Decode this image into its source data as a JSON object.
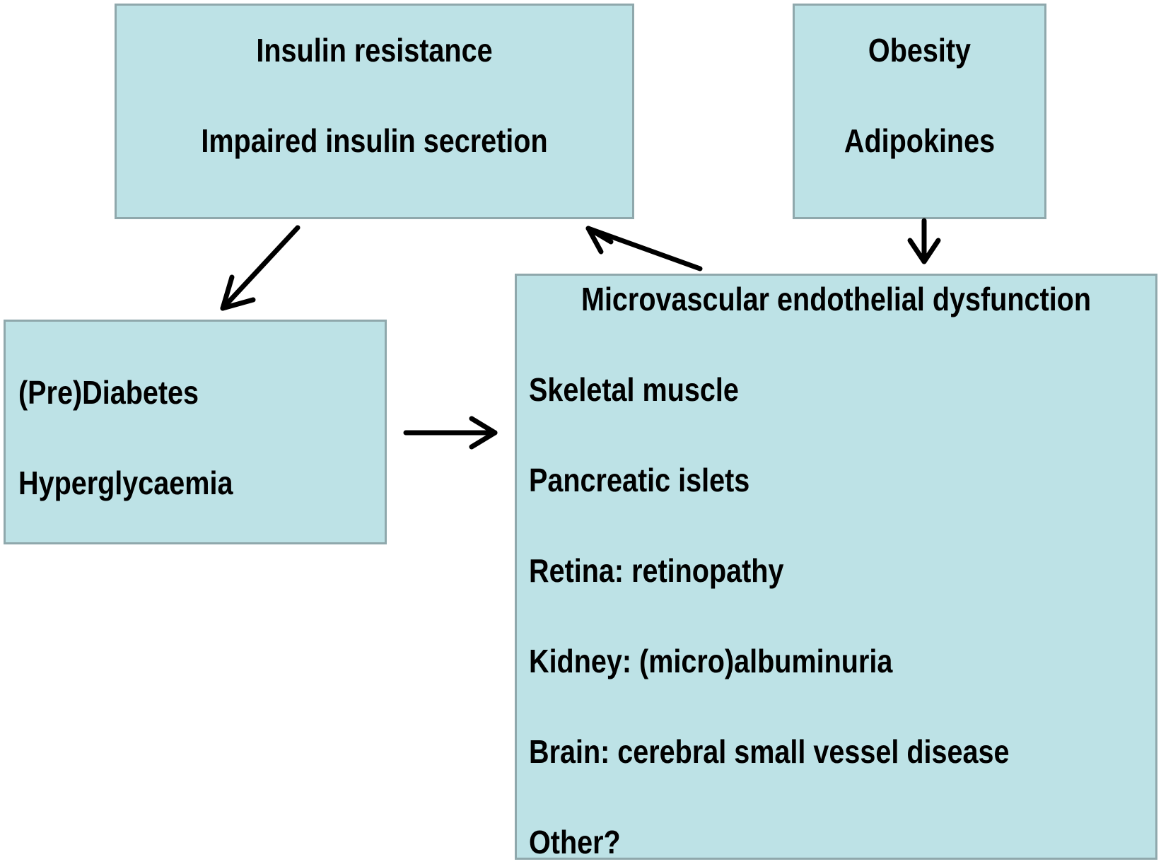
{
  "boxes": {
    "insulin": {
      "line1": "Insulin resistance",
      "line2": "Impaired insulin secretion"
    },
    "obesity": {
      "line1": "Obesity",
      "line2": "Adipokines"
    },
    "diabetes": {
      "line1": "(Pre)Diabetes",
      "line2": "Hyperglycaemia"
    },
    "microvascular": {
      "title": "Microvascular endothelial dysfunction",
      "items": [
        "Skeletal muscle",
        "Pancreatic islets",
        "Retina: retinopathy",
        "Kidney: (micro)albuminuria",
        "Brain: cerebral small vessel disease",
        "Other?"
      ]
    }
  },
  "colors": {
    "box_fill": "#bde2e6",
    "box_border": "#8fa8ac",
    "arrow": "#000000"
  }
}
